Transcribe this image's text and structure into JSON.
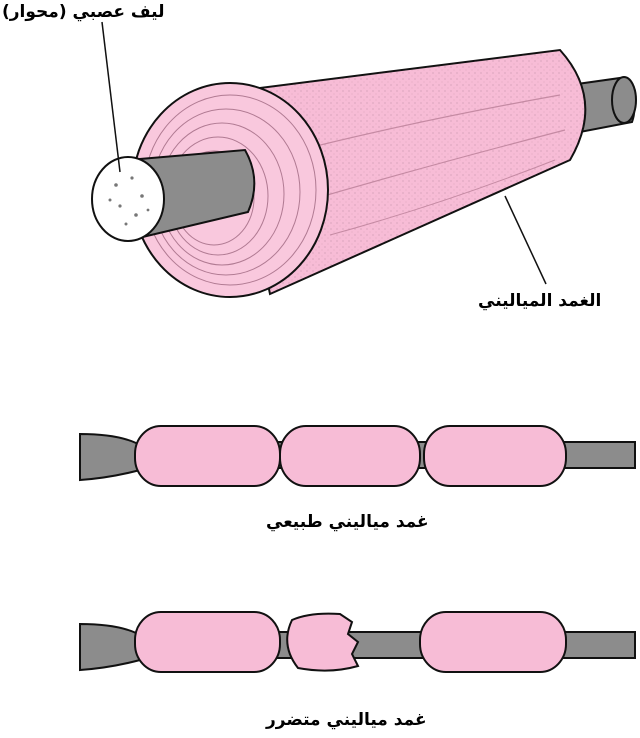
{
  "labels": {
    "nerve_fiber": "ليف عصبي (محوار)",
    "myelin_sheath": "الغمد المياليني",
    "normal_myelin": "غمد مياليني طبيعي",
    "damaged_myelin": "غمد مياليني متضرر"
  },
  "colors": {
    "myelin_pink": "#f7bcd6",
    "axon_gray": "#8c8c8c",
    "outline": "#111111"
  }
}
